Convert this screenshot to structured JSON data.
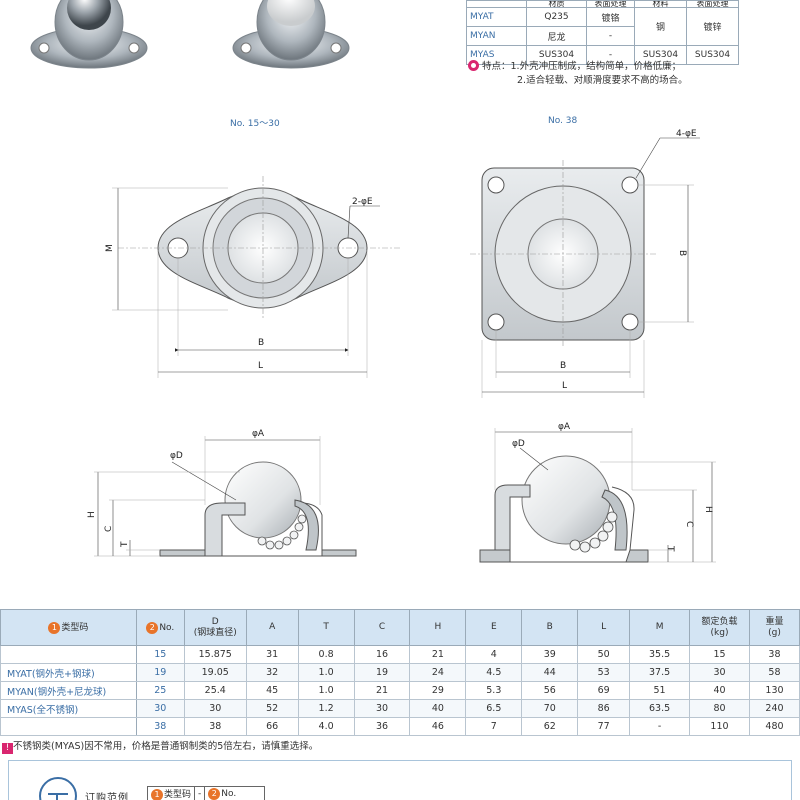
{
  "material_table": {
    "header": [
      "材质",
      "表面处理",
      "材料",
      "表面处理"
    ],
    "rows": [
      {
        "code": "MYAT",
        "material": "Q235",
        "surface": "镀铬",
        "ball_material": "钢",
        "ball_surface": "镀锌"
      },
      {
        "code": "MYAN",
        "material": "尼龙",
        "surface": "-"
      },
      {
        "code": "MYAS",
        "material": "SUS304",
        "surface": "-",
        "ball_material": "SUS304",
        "ball_surface": "SUS304"
      }
    ]
  },
  "features": {
    "label": "特点：",
    "line1": "1.外壳冲压制成，结构简单，价格低廉；",
    "line2": "2.适合轻载、对顺滑度要求不高的场合。"
  },
  "drawings": {
    "left_title": "No. 15～30",
    "right_title": "No. 38",
    "left_holes": "2-φE",
    "right_holes": "4-φE",
    "dims": {
      "M": "M",
      "B": "B",
      "L": "L",
      "A": "φA",
      "D": "φD",
      "H": "H",
      "C": "C",
      "T": "T"
    }
  },
  "spec_table": {
    "headers": {
      "type_code": "类型码",
      "no": "No.",
      "D": "D",
      "D_sub": "(钢球直径)",
      "A": "A",
      "T": "T",
      "C": "C",
      "H": "H",
      "E": "E",
      "B": "B",
      "L": "L",
      "M": "M",
      "load": "额定负载",
      "load_unit": "(kg)",
      "weight": "重量",
      "weight_unit": "(g)",
      "badge1": "1",
      "badge2": "2"
    },
    "series": [
      "MYAT(钢外壳+钢球)",
      "MYAN(钢外壳+尼龙球)",
      "MYAS(全不锈钢)"
    ],
    "rows": [
      [
        "15",
        "15.875",
        "31",
        "0.8",
        "16",
        "21",
        "4",
        "39",
        "50",
        "35.5",
        "15",
        "38"
      ],
      [
        "19",
        "19.05",
        "32",
        "1.0",
        "19",
        "24",
        "4.5",
        "44",
        "53",
        "37.5",
        "30",
        "58"
      ],
      [
        "25",
        "25.4",
        "45",
        "1.0",
        "21",
        "29",
        "5.3",
        "56",
        "69",
        "51",
        "40",
        "130"
      ],
      [
        "30",
        "30",
        "52",
        "1.2",
        "30",
        "40",
        "6.5",
        "70",
        "86",
        "63.5",
        "80",
        "240"
      ],
      [
        "38",
        "38",
        "66",
        "4.0",
        "36",
        "46",
        "7",
        "62",
        "77",
        "-",
        "110",
        "480"
      ]
    ]
  },
  "note": {
    "icon": "!",
    "text": "不锈钢类(MYAS)因不常用，价格是普通钢制类的5倍左右，请慎重选择。"
  },
  "order": {
    "title": "订购范例",
    "badge1": "1",
    "field1": "类型码",
    "sep": "-",
    "badge2": "2",
    "field2": "No."
  }
}
